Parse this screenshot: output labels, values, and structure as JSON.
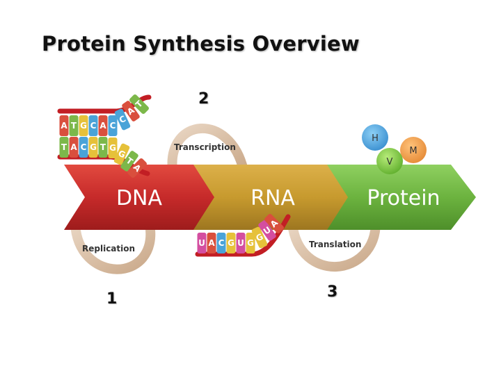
{
  "title": "Protein Synthesis Overview",
  "steps": {
    "one": "1",
    "two": "2",
    "three": "3"
  },
  "stages": [
    {
      "label": "DNA",
      "color": "#c62a2a"
    },
    {
      "label": "RNA",
      "color": "#c79a2e"
    },
    {
      "label": "Protein",
      "color": "#6cb33f"
    }
  ],
  "processes": {
    "transcription": "Transcription",
    "replication": "Replication",
    "translation": "Translation"
  },
  "dna_strand_top": [
    "A",
    "T",
    "G",
    "C",
    "A",
    "C",
    "C",
    "A",
    "T"
  ],
  "dna_strand_bottom": [
    "T",
    "A",
    "C",
    "G",
    "T",
    "G",
    "G",
    "T",
    "A"
  ],
  "rna_strand": [
    "U",
    "A",
    "C",
    "G",
    "U",
    "G",
    "G",
    "U",
    "A"
  ],
  "amino_acids": [
    "H",
    "V",
    "M"
  ],
  "base_colors": {
    "A": "#d94f3d",
    "T": "#7cb84a",
    "G": "#e6c13a",
    "C": "#4aa3d8",
    "U": "#d44ea0"
  }
}
